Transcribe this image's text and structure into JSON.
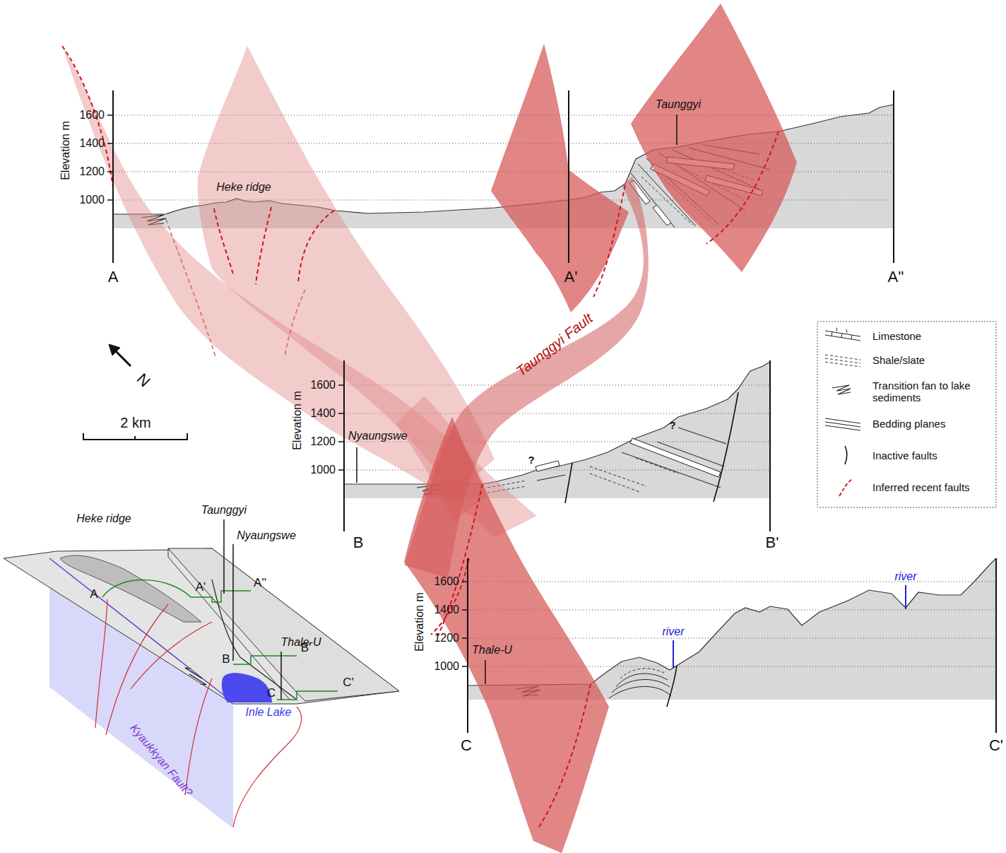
{
  "diagram": {
    "labels": [
      "1600",
      "1400",
      "1200",
      "1000",
      "Elevation m",
      "Heke ridge",
      "A",
      "A'",
      "A''",
      "Taunggyi",
      "Taunggyi Fault",
      "N",
      "2 km",
      "1600",
      "1400",
      "1200",
      "1000",
      "Elevation m",
      "Nyaungswe",
      "?",
      "?",
      "B",
      "B'",
      "1600",
      "1400",
      "1200",
      "1000",
      "Elevation m",
      "Thale-U",
      "river",
      "river",
      "C",
      "C'",
      "Heke ridge",
      "Taunggyi",
      "Nyaungswe",
      "A",
      "A'",
      "A''",
      "Thale-U",
      "B",
      "B'",
      "C",
      "C'",
      "Inle Lake",
      "Kyaukkyan Fault?"
    ],
    "legend": [
      {
        "text": "Limestone"
      },
      {
        "text": "Shale/slate"
      },
      {
        "text": "Transition fan to lake sediments"
      },
      {
        "text": "Bedding planes"
      },
      {
        "text": "Inactive faults"
      },
      {
        "text": "Inferred recent faults"
      }
    ]
  }
}
